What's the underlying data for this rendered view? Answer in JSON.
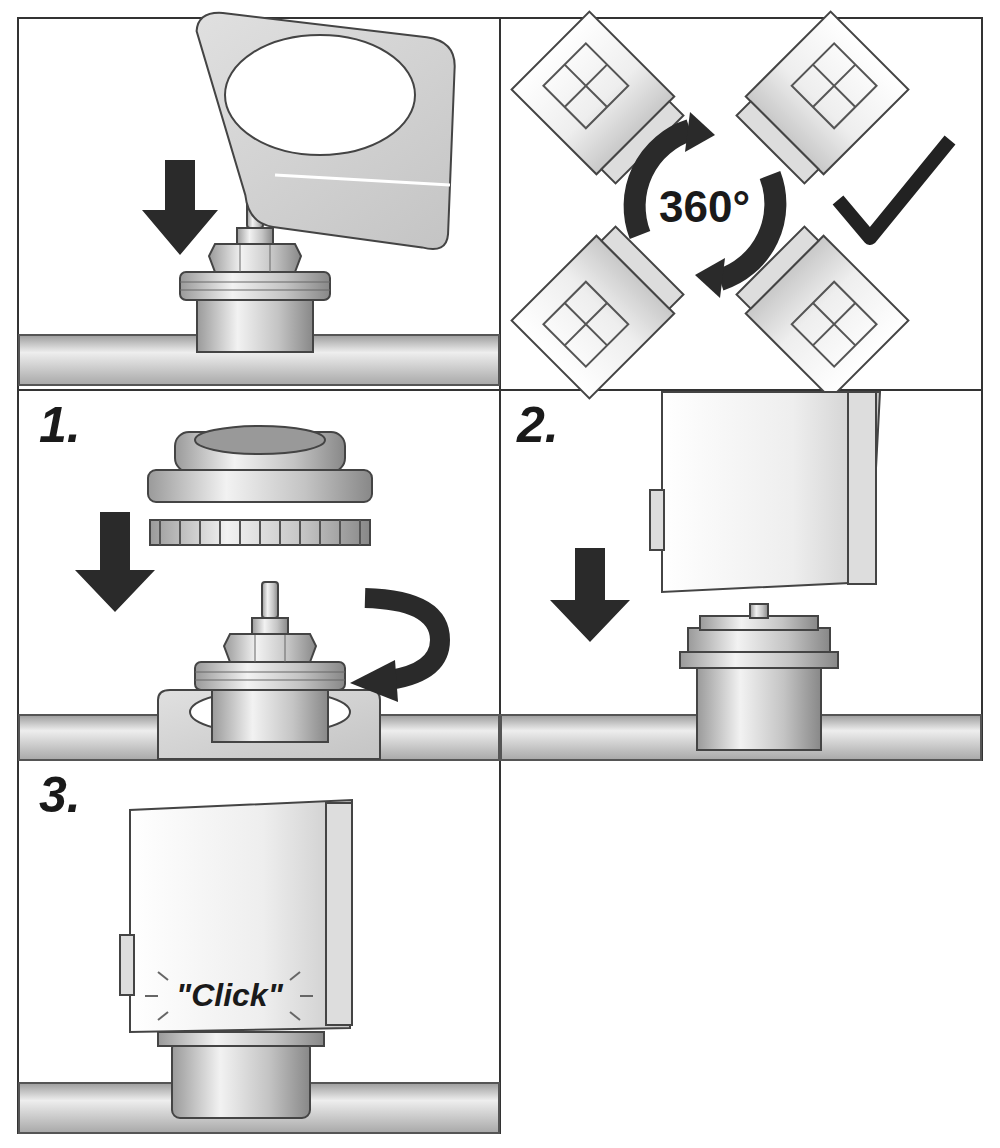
{
  "diagram": {
    "labels": [
      "360°",
      "1.",
      "2.",
      "3.",
      "\"Click\""
    ]
  }
}
